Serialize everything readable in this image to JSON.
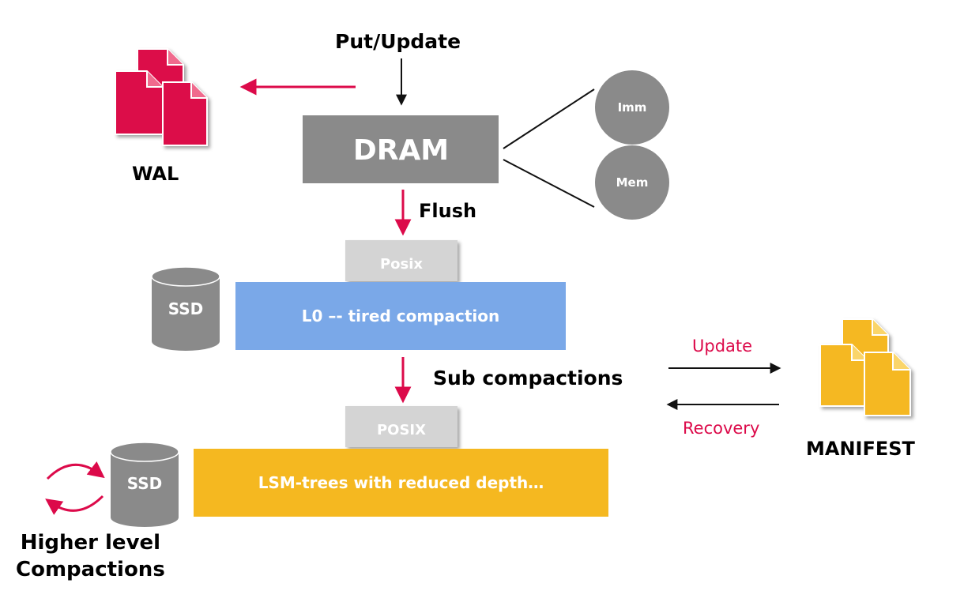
{
  "labels": {
    "put_update": "Put/Update",
    "wal": "WAL",
    "dram": "DRAM",
    "imm": "Imm",
    "mem": "Mem",
    "flush": "Flush",
    "posix_top": "Posix",
    "ssd_top": "SSD",
    "l0": "L0 –- tired compaction",
    "sub_compactions": "Sub compactions",
    "posix_bottom": "POSIX",
    "lsm": "LSM-trees with reduced depth…",
    "ssd_bottom": "SSD",
    "higher_level": "Higher level\nCompactions",
    "update": "Update",
    "recovery": "Recovery",
    "manifest": "MANIFEST"
  },
  "colors": {
    "accent_red": "#dc0a4a",
    "wal_icon": "#dc0a4a",
    "manifest_icon": "#f5b820",
    "dram_box": "#8a8a8a",
    "memtable_circle": "#8a8a8a",
    "posix_box": "#d4d4d4",
    "l0_box": "#7aa8e8",
    "lsm_box": "#f5b820",
    "ssd_cylinder": "#8a8a8a"
  },
  "icons": {
    "wal": "document-stack-icon",
    "manifest": "document-stack-icon",
    "ssd": "cylinder-icon",
    "cycle": "cycle-arrows-icon"
  }
}
